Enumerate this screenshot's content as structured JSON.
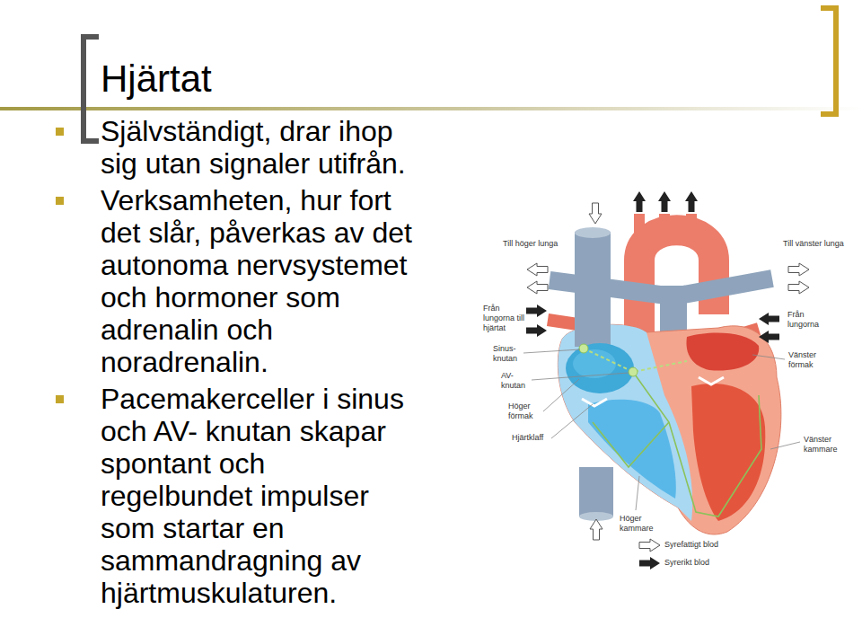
{
  "diagram": {
    "title": "Hjärtat",
    "labels": [
      "Självständigt, drar ihop sig utan signaler utifrån.",
      "Verksamheten, hur fort det slår, påverkas av det autonoma nervsystemet och hormoner som adrenalin och noradrenalin.",
      "Pacemakerceller i sinus och AV- knutan skapar spontant och regelbundet impulser som startar en sammandragning av hjärtmuskulaturen.",
      "Till höger lunga",
      "Till vänster lunga",
      "Från lungorna till hjärtat",
      "Från lungorna",
      "Sinus- knutan",
      "AV- knutan",
      "Höger förmak",
      "Vänster förmak",
      "Hjärtklaff",
      "Vänster kammare",
      "Höger kammare"
    ],
    "legend": [
      {
        "text": "Syrefattigt blod"
      },
      {
        "text": "Syrerikt blod"
      }
    ]
  }
}
